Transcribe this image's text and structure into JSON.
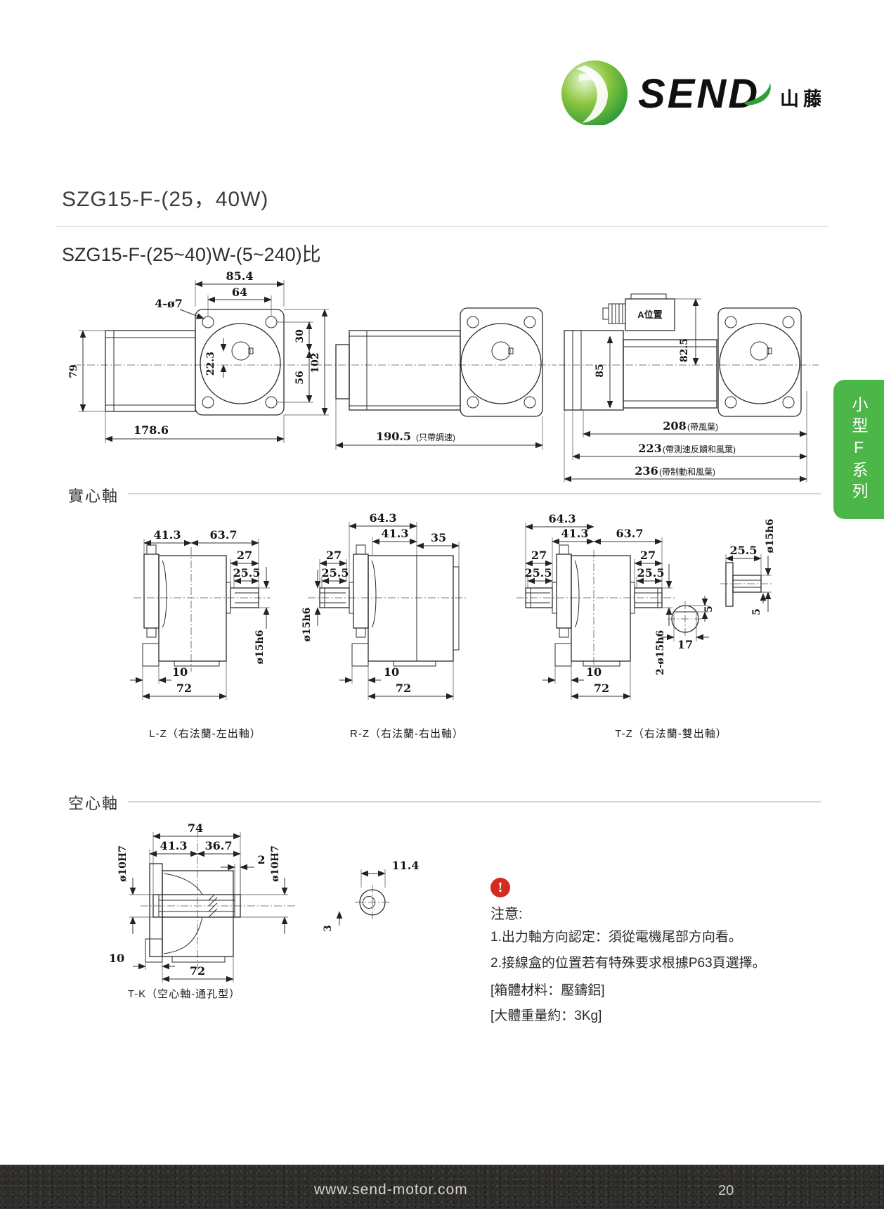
{
  "logo": {
    "brand": "SEND",
    "cjk": "山藤"
  },
  "page": {
    "title": "SZG15-F-(25，40W)",
    "subtitle": "SZG15-F-(25~40)W-(5~240)比"
  },
  "tab": {
    "label": "小型F系列"
  },
  "sec": {
    "solid": "實心軸",
    "hollow": "空心軸"
  },
  "d1": {
    "w": "85.4",
    "w2": "64",
    "holes": "4-ø7",
    "off": "22.3",
    "h1": "30",
    "h2": "56",
    "h3": "102",
    "hL": "79",
    "len": "178.6"
  },
  "d2": {
    "len": "190.5",
    "note": "(只帶調速)"
  },
  "d3": {
    "box": "A位置",
    "h": "85",
    "h2": "82.5",
    "l1": "208",
    "n1": "(帶風葉)",
    "l2": "223",
    "n2": "(帶測速反饋和風葉)",
    "l3": "236",
    "n3": "(帶制動和風葉)"
  },
  "lz": {
    "a": "41.3",
    "b": "63.7",
    "c": "27",
    "d": "25.5",
    "s": "ø15h6",
    "e": "10",
    "f": "72",
    "cap": "L-Z（右法蘭-左出軸）"
  },
  "rz": {
    "t": "64.3",
    "a": "41.3",
    "b": "35",
    "c": "27",
    "d": "25.5",
    "s": "ø15h6",
    "e": "10",
    "f": "72",
    "cap": "R-Z（右法蘭-右出軸）"
  },
  "tz": {
    "t": "64.3",
    "a": "41.3",
    "b": "63.7",
    "c1": "27",
    "d1": "25.5",
    "c2": "27",
    "d2": "25.5",
    "s": "2-ø15h6",
    "e": "10",
    "f": "72",
    "cap": "T-Z（右法蘭-雙出軸）"
  },
  "sd": {
    "a": "25.5",
    "s": "ø15h6",
    "k": "5",
    "w": "17",
    "h": "5"
  },
  "tk": {
    "w": "74",
    "a": "41.3",
    "b": "36.7",
    "gap": "2",
    "bl": "ø10H7",
    "br": "ø10H7",
    "e": "10",
    "f": "72",
    "cap": "T-K（空心軸-通孔型）"
  },
  "bd": {
    "a": "11.4",
    "b": "3"
  },
  "notes": {
    "mark": "!",
    "head": "注意:",
    "i1": "1.出力軸方向認定：須從電機尾部方向看。",
    "i2": "2.接線盒的位置若有特殊要求根據P63頁選擇。",
    "b1": "[箱體材料：壓鑄鋁]",
    "b2": "[大體重量約：3Kg]"
  },
  "footer": {
    "url": "www.send-motor.com",
    "page": "20"
  },
  "colors": {
    "accent": "#4cb648",
    "alert": "#d42a20",
    "footer_bg": "#2e2d2b"
  }
}
